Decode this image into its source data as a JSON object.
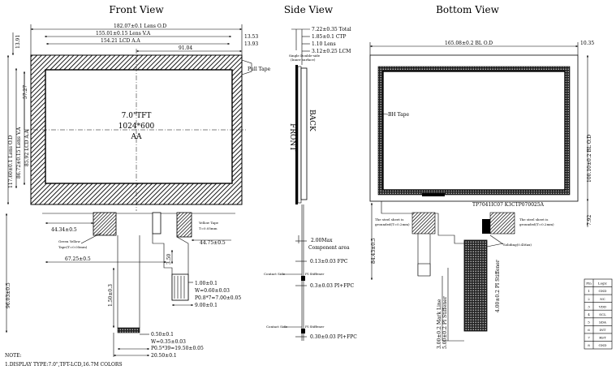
{
  "titles": {
    "front": "Front View",
    "side": "Side View",
    "bottom": "Bottom View"
  },
  "front": {
    "dim_total_w": "182.07±0.1 Lens O.D",
    "dim_va_w": "155.01±0.15 Lens V.A",
    "dim_aa_w": "154.21 LCD A.A",
    "dim_91": "91.04",
    "dim_1353": "13.53",
    "dim_1393": "13.93",
    "dim_1391": "13.91",
    "pull_tape": "Pull Tape",
    "center1": "7.0\"TFT",
    "center2": "1024*600",
    "center3": "AA",
    "dim_h_od": "117.60±0.1 Lens O.D",
    "dim_h_va": "86.72±0.15 Lens V.A",
    "dim_h_aa": "85.92 LCD A.A",
    "dim_5727": "57.27",
    "dim_4434": "44.34±0.5",
    "dim_4475": "44.75±0.5",
    "dim_6725": "67.25±0.5",
    "green_yellow": "Green Yellow",
    "green_yellow2": "Tape(T=0.05mm)",
    "yellow_tape": "Yellow Tape",
    "yellow_tape2": "T=0.05mm",
    "dim_350": "3.50",
    "dim_100": "1.00±0.1",
    "dim_w060": "W=0.60±0.03",
    "dim_p08": "P0.8*7=7.00±0.05",
    "dim_900": "9.00±0.1",
    "dim_9603": "96.03±0.5",
    "dim_150": "1.50±0.3",
    "dim_050": "0.50±0.1",
    "dim_w035": "W=0.35±0.03",
    "dim_p05": "P0.5*39=19.50±0.05",
    "dim_2050": "20.50±0.1"
  },
  "side": {
    "d1": "7.22±0.35 Total",
    "d2": "1.85±0.1 CTP",
    "d3": "1.10 Lens",
    "d4": "3.12±0.25 LCM",
    "d5a": "Single Double-side",
    "d5b": "(Inner surface)",
    "front": "FRONT",
    "back": "BACK",
    "max": "2.00Max",
    "comp": "Component area",
    "fpc": "0.13±0.03 FPC",
    "cs1": "Contact Side",
    "pi1": "PI Stiffener",
    "pifpc1": "0.3±0.03 PI+FPC",
    "cs2": "Contact Side",
    "pi2": "PI Stiffener",
    "pifpc2": "0.30±0.03 PI+FPC"
  },
  "bottom": {
    "bl_w": "165.08±0.2 BL O.D",
    "d1035": "10.35",
    "bh_tape": "BH Tape",
    "bl_h": "100.10±0.2 BL O.D",
    "d792": "7.92",
    "part": "TP7041IC07 K3CTP070025A",
    "steel1a": "The steel sheet is",
    "steel1b": "grounded(T=0.2mm)",
    "steel2a": "The steel sheet is",
    "steel2b": "grounded(T=0.2mm)",
    "d8443": "84.43±0.5",
    "solid": "Soliding(0.4Max)",
    "mark1": "3.00±0.2 Mark Line",
    "mark2": "5.00±0.2 PI Stiffener",
    "mark3": "4.00±0.2 PI Stiffener"
  },
  "pin_table": {
    "headers": [
      "Pin",
      "Logic"
    ],
    "rows": [
      [
        "1",
        "GND"
      ],
      [
        "2",
        "NC"
      ],
      [
        "3",
        "VDD"
      ],
      [
        "4",
        "SCL"
      ],
      [
        "5",
        "SDA"
      ],
      [
        "6",
        "INT"
      ],
      [
        "7",
        "RST"
      ],
      [
        "8",
        "GND"
      ]
    ]
  },
  "note": {
    "title": "NOTE:",
    "line1": "1.DISPLAY TYPE:7.0\",TFT-LCD,16.7M COLORS"
  }
}
